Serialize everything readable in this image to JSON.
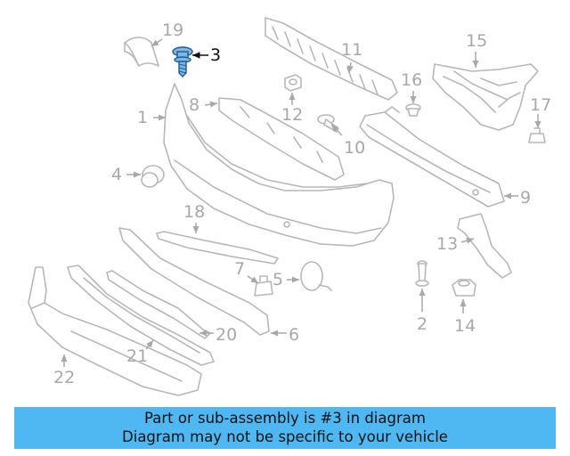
{
  "diagram": {
    "highlight_color": "#4fb8f3",
    "labels": [
      "19",
      "3",
      "11",
      "15",
      "16",
      "17",
      "8",
      "1",
      "12",
      "10",
      "4",
      "9",
      "18",
      "13",
      "7",
      "5",
      "2",
      "14",
      "20",
      "6",
      "21",
      "22"
    ]
  },
  "banner": {
    "line1": "Part or sub-assembly is #3 in diagram",
    "line2": "Diagram may not be specific to your vehicle"
  }
}
